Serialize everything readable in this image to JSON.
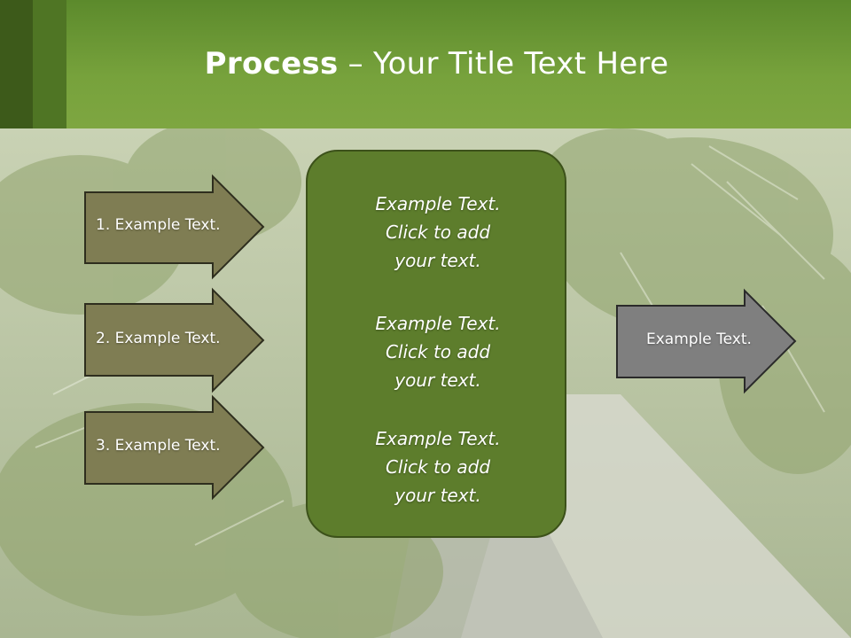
{
  "slide": {
    "title_bold": "Process",
    "title_rest": " – Your Title Text Here"
  },
  "inputs": [
    {
      "label": "1. Example Text."
    },
    {
      "label": "2. Example Text."
    },
    {
      "label": "3. Example Text."
    }
  ],
  "center": {
    "paragraphs": [
      {
        "line1": "Example Text.",
        "line2": "Click  to add",
        "line3": "your text."
      },
      {
        "line1": "Example Text.",
        "line2": "Click  to add",
        "line3": "your text."
      },
      {
        "line1": "Example Text.",
        "line2": "Click  to add",
        "line3": "your text."
      }
    ]
  },
  "output": {
    "label": "Example Text."
  },
  "colors": {
    "header_green": "#77a23c",
    "input_arrow_fill": "#7f7d53",
    "center_fill": "#5d7d2c",
    "output_arrow_fill": "#7f7f7f"
  }
}
